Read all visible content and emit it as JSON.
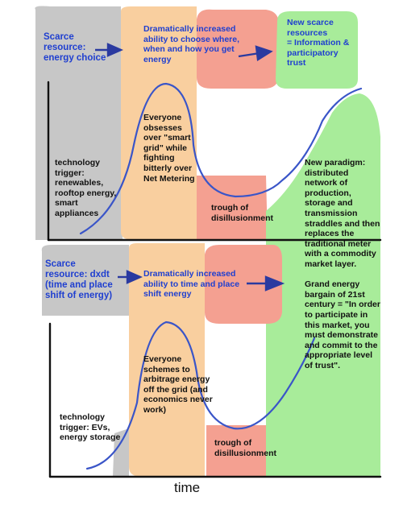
{
  "panel1": {
    "scarce_resource": "Scarce\nresource:\nenergy choice",
    "increase": "Dramatically increased\nability to choose where,\nwhen and how you get\nenergy",
    "new_scarce": "New scarce\nresources\n= Information &\nparticipatory\ntrust",
    "obsesses": "Everyone\nobsesses\nover \"smart\ngrid\" while\nfighting\nbitterly over\nNet Metering",
    "trigger": "technology\ntrigger:\nrenewables,\nrooftop energy,\nsmart\nappliances",
    "trough": "trough of\ndisillusionment",
    "paradigm": "New paradigm:\ndistributed\nnetwork of\nproduction,\nstorage and\ntransmission\nstraddles and then\nreplaces the\ntraditional meter\nwith a commodity\nmarket layer.\n\nGrand energy\nbargain of 21st\ncentury = \"In order\nto participate in\nthis market, you\nmust demonstrate\nand commit to the\nappropriate level\nof trust\"."
  },
  "panel2": {
    "scarce_resource": "Scarce\nresource: dxdt\n(time and place\nshift of energy)",
    "increase": "Dramatically increased\nability to time and place\nshift energy",
    "schemes": "Everyone\nschemes to\narbitrage energy\noff the grid (and\neconomics never\nwork)",
    "trigger": "technology\ntrigger: EVs,\nenergy storage",
    "trough": "trough of\ndisillusionment"
  },
  "axis": {
    "x_label": "time"
  },
  "colors": {
    "gray": "#c7c7c7",
    "orange": "#f9cf9f",
    "salmon": "#f4a091",
    "green": "#a8ec9a",
    "blue_text": "#1f3fd0",
    "arrow": "#2a3aa0"
  }
}
